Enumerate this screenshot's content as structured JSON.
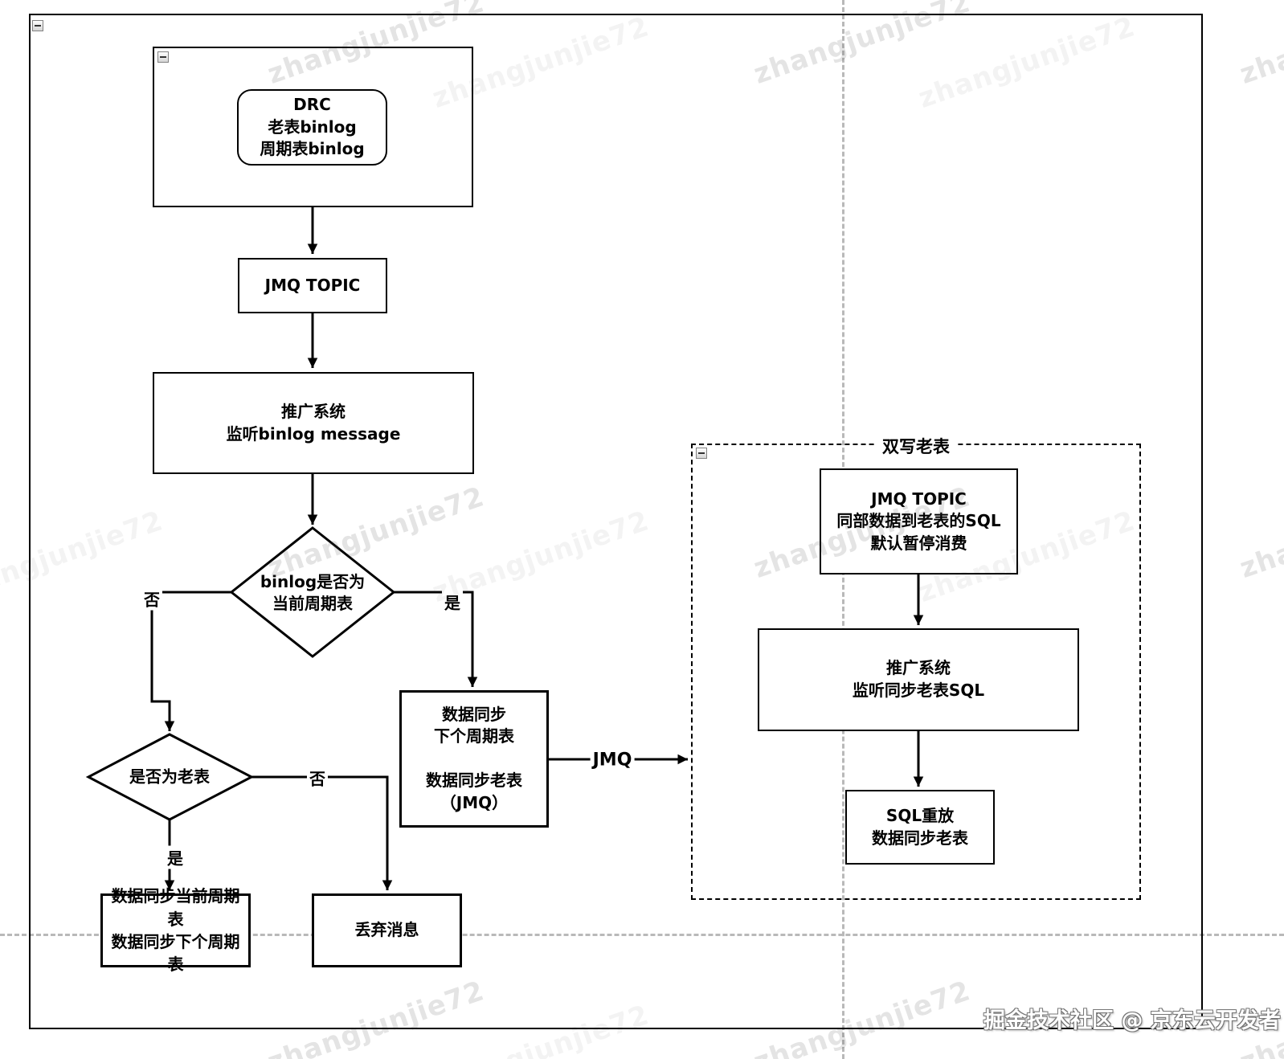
{
  "watermark": {
    "text": "zhangjunjie72"
  },
  "credit": "掘金技术社区 @ 京东云开发者",
  "nodes": {
    "drc": "DRC\n老表binlog\n周期表binlog",
    "jmq_topic": "JMQ TOPIC",
    "promo_listener": "推广系统\n监听binlog message",
    "decision_binlog": "binlog是否为\n当前周期表",
    "decision_old_table": "是否为老表",
    "sync_next": "数据同步\n下个周期表\n\n数据同步老表\n（JMQ）",
    "sync_current": "数据同步当前周期\n表\n数据同步下个周期\n表",
    "discard": "丢弃消息"
  },
  "group": {
    "title": "双写老表",
    "jmq_topic2": "JMQ TOPIC\n同部数据到老表的SQL\n默认暂停消费",
    "promo_listener2": "推广系统\n监听同步老表SQL",
    "sql_replay": "SQL重放\n数据同步老表"
  },
  "edge_labels": {
    "no1": "否",
    "yes1": "是",
    "no2": "否",
    "yes2": "是",
    "jmq": "JMQ"
  }
}
